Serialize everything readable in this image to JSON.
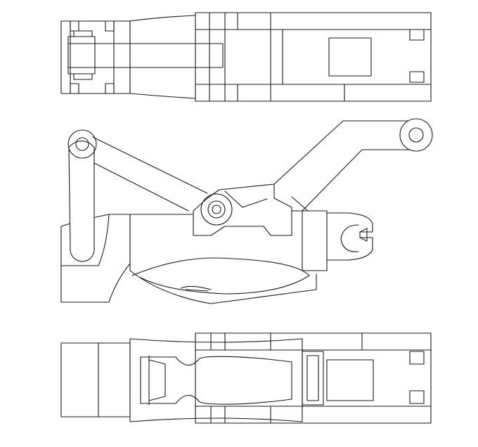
{
  "drawing": {
    "colors": {
      "background": "#ffffff",
      "line": "#1a1a1a"
    },
    "views": [
      {
        "id": "top-view",
        "kind": "plan view of gripper mechanism"
      },
      {
        "id": "side-view",
        "kind": "side elevation with linkage arms and clevis"
      },
      {
        "id": "bottom-view",
        "kind": "plan view showing handle body"
      }
    ]
  }
}
